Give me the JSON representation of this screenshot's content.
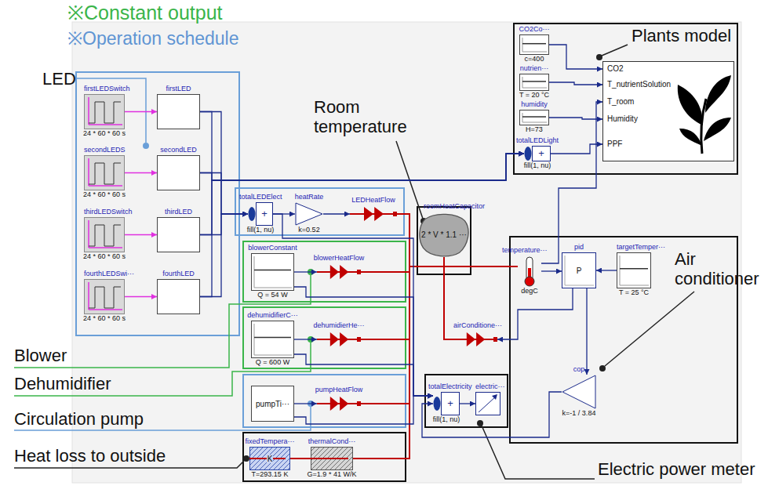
{
  "diagram": {
    "nodes": [
      {
        "text": [
          "firstLEDSwitch",
          "24 * 60 * 60 s"
        ]
      },
      {
        "text": [
          "secondLEDS",
          "24 * 60 * 60 s"
        ]
      },
      {
        "text": [
          "thirdLEDSwitch",
          "24 * 60 * 60 s"
        ]
      },
      {
        "text": [
          "fourthLEDSwi···",
          "24 * 60 * 60 s"
        ]
      },
      {
        "text": [
          "firstLED"
        ]
      },
      {
        "text": [
          "secondLED"
        ]
      },
      {
        "text": [
          "thirdLED"
        ]
      },
      {
        "text": [
          "fourthLED"
        ]
      },
      {
        "text": [
          "totalLEDElect",
          "+",
          "fill(1, nu)"
        ]
      },
      {
        "text": [
          "heatRate",
          "k=0.52"
        ]
      },
      {
        "text": [
          "LEDHeatFlow"
        ]
      },
      {
        "text": [
          "blowerConstant",
          "Q = 54 W"
        ]
      },
      {
        "text": [
          "blowerHeatFlow"
        ]
      },
      {
        "text": [
          "dehumidifierC···",
          "Q = 600 W"
        ]
      },
      {
        "text": [
          "dehumidierHe···"
        ]
      },
      {
        "text": [
          "pumpTi···"
        ]
      },
      {
        "text": [
          "pumpHeatFlow"
        ]
      },
      {
        "text": [
          "fixedTempera···",
          "T=293.15 K",
          "K"
        ]
      },
      {
        "text": [
          "thermalCond···",
          "G=1.9 * 41 W/K"
        ]
      },
      {
        "text": [
          "roomHeatCapacitor",
          "2 * V * 1.1 ···"
        ]
      },
      {
        "text": [
          "temperature···",
          "degC"
        ]
      },
      {
        "text": [
          "airConditione···"
        ]
      },
      {
        "text": [
          "pid",
          "P"
        ]
      },
      {
        "text": [
          "targetTemper···",
          "T = 25 °C"
        ]
      },
      {
        "text": [
          "cop",
          "k=-1 / 3.84"
        ]
      },
      {
        "text": [
          "totalElectricity",
          "+",
          "fill(1, nu)"
        ]
      },
      {
        "text": [
          "electric···"
        ]
      },
      {
        "text": [
          "CO2Co···",
          "c=400"
        ]
      },
      {
        "text": [
          "nutrien···",
          "T = 20 °C"
        ]
      },
      {
        "text": [
          "humidity",
          "H=73"
        ]
      },
      {
        "text": [
          "totalLEDLight",
          "+",
          "fill(1, nu)"
        ]
      },
      {
        "text": [
          "CO2",
          "T_nutrientSolution",
          "T_room",
          "Humidity",
          "PPF"
        ]
      }
    ],
    "edges": [
      {
        "from": 0,
        "to": 4,
        "arrow": "to"
      },
      {
        "from": 1,
        "to": 5,
        "arrow": "to"
      },
      {
        "from": 2,
        "to": 6,
        "arrow": "to"
      },
      {
        "from": 3,
        "to": 7,
        "arrow": "to"
      },
      {
        "from": 4,
        "to": 8,
        "arrow": "to"
      },
      {
        "from": 5,
        "to": 8,
        "arrow": "to"
      },
      {
        "from": 6,
        "to": 8,
        "arrow": "to"
      },
      {
        "from": 7,
        "to": 8,
        "arrow": "to"
      },
      {
        "from": 4,
        "to": 30,
        "arrow": "to"
      },
      {
        "from": 5,
        "to": 30,
        "arrow": "to"
      },
      {
        "from": 6,
        "to": 30,
        "arrow": "to"
      },
      {
        "from": 7,
        "to": 30,
        "arrow": "to"
      },
      {
        "from": 8,
        "to": 9,
        "arrow": "to"
      },
      {
        "from": 9,
        "to": 10,
        "arrow": "to"
      },
      {
        "from": 10,
        "to": 19,
        "arrow": "none"
      },
      {
        "from": 11,
        "to": 12,
        "arrow": "to"
      },
      {
        "from": 12,
        "to": 19,
        "arrow": "none"
      },
      {
        "from": 13,
        "to": 14,
        "arrow": "to"
      },
      {
        "from": 14,
        "to": 19,
        "arrow": "none"
      },
      {
        "from": 15,
        "to": 16,
        "arrow": "to"
      },
      {
        "from": 16,
        "to": 19,
        "arrow": "none"
      },
      {
        "from": 17,
        "to": 18,
        "arrow": "none"
      },
      {
        "from": 18,
        "to": 19,
        "arrow": "none"
      },
      {
        "from": 19,
        "to": 20,
        "arrow": "none"
      },
      {
        "from": 21,
        "to": 19,
        "arrow": "none"
      },
      {
        "from": 20,
        "to": 22,
        "arrow": "to"
      },
      {
        "from": 23,
        "to": 22,
        "arrow": "to"
      },
      {
        "from": 22,
        "to": 21,
        "arrow": "to"
      },
      {
        "from": 22,
        "to": 24,
        "arrow": "to"
      },
      {
        "from": 24,
        "to": 25,
        "arrow": "to"
      },
      {
        "from": 8,
        "to": 25,
        "arrow": "to"
      },
      {
        "from": 11,
        "to": 25,
        "arrow": "to"
      },
      {
        "from": 13,
        "to": 25,
        "arrow": "to"
      },
      {
        "from": 15,
        "to": 25,
        "arrow": "to"
      },
      {
        "from": 25,
        "to": 26,
        "arrow": "to"
      },
      {
        "from": 27,
        "to": 31,
        "arrow": "to"
      },
      {
        "from": 28,
        "to": 31,
        "arrow": "to"
      },
      {
        "from": 29,
        "to": 31,
        "arrow": "to"
      },
      {
        "from": 30,
        "to": 31,
        "arrow": "to"
      },
      {
        "from": 20,
        "to": 31,
        "arrow": "to"
      }
    ],
    "labels": [
      "※Constant output",
      "※Operation schedule",
      "LED",
      "Room temperature",
      "Plants model",
      "Air conditioner",
      "Blower",
      "Dehumidifier",
      "Circulation pump",
      "Heat loss to outside",
      "Electric power meter"
    ]
  }
}
